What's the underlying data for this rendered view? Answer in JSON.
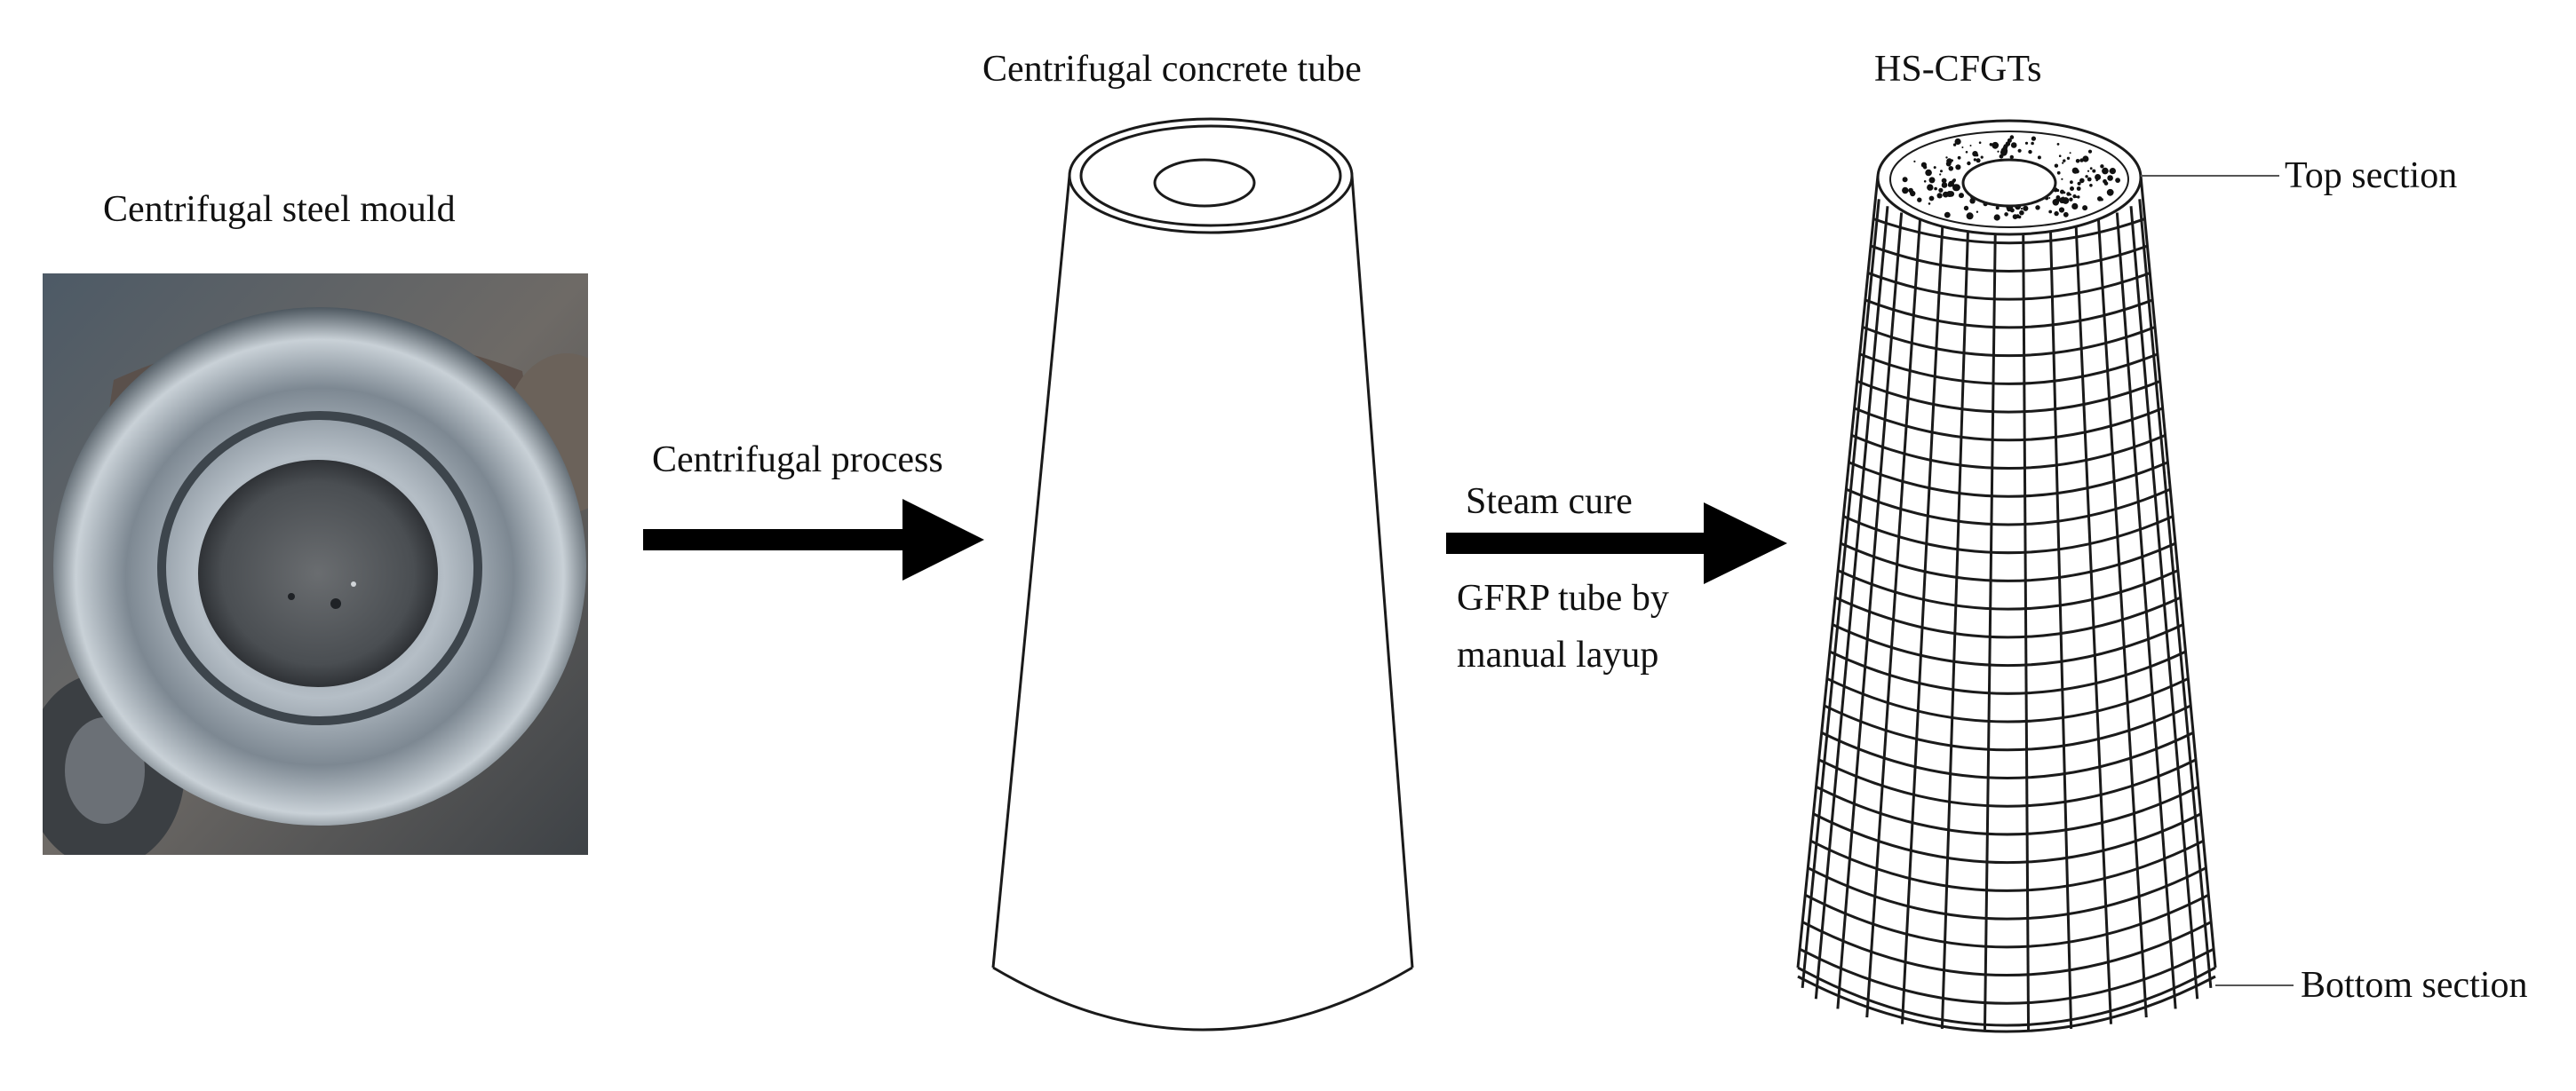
{
  "labels": {
    "mould": "Centrifugal steel mould",
    "concrete_tube": "Centrifugal concrete tube",
    "hs_cfgts": "HS-CFGTs",
    "centrifugal_process": "Centrifugal process",
    "steam_cure": "Steam cure",
    "gfrp_line1": "GFRP tube by",
    "gfrp_line2": "manual layup",
    "top_section": "Top section",
    "bottom_section": "Bottom section"
  },
  "colors": {
    "line": "#1a1a1a",
    "arrow": "#000000",
    "photo_bg": "#5b6670",
    "steel": "#9aa6b0"
  },
  "icons": {
    "mould_photo": "centrifugal-steel-mould-photo",
    "arrow_1": "right-arrow",
    "arrow_2": "right-arrow"
  }
}
